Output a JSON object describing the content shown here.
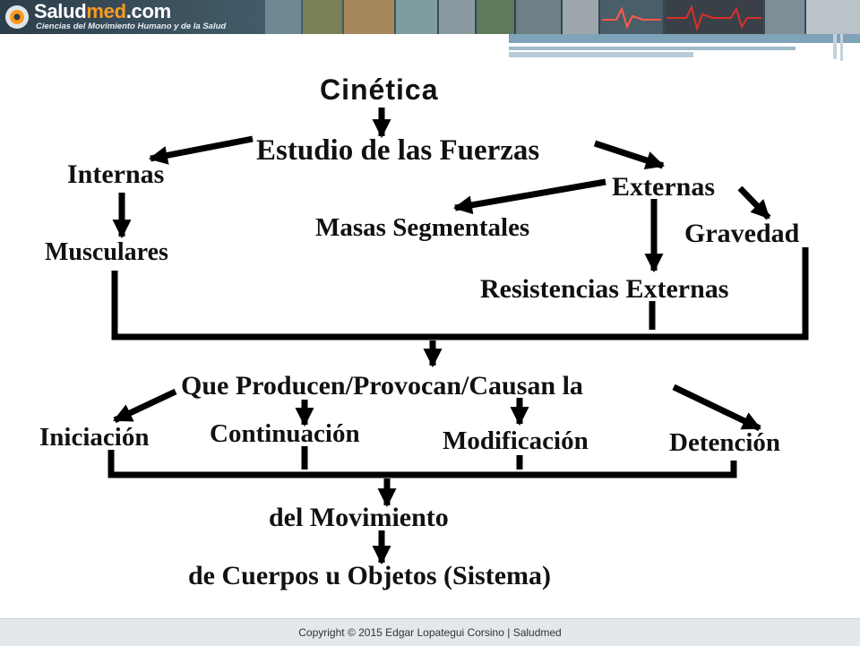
{
  "banner": {
    "site_name_main": "Salud",
    "site_name_accent": "med",
    "site_name_suffix": ".com",
    "tagline": "Ciencias del Movimiento Humano y de la Salud",
    "accent_color": "#ff9a1a"
  },
  "diagram": {
    "title": "Cinética",
    "nodes": {
      "study": "Estudio de las Fuerzas",
      "internal": "Internas",
      "muscular": "Musculares",
      "external": "Externas",
      "segmental_masses": "Masas Segmentales",
      "gravity": "Gravedad",
      "external_resistances": "Resistencias Externas",
      "produce": "Que Producen/Provocan/Causan la",
      "initiation": "Iniciación",
      "continuation": "Continuación",
      "modification": "Modificación",
      "stop": "Detención",
      "movement": "del Movimiento",
      "bodies": "de Cuerpos u Objetos (Sistema)"
    }
  },
  "footer": {
    "copyright": "Copyright © 2015 Edgar Lopategui Corsino | Saludmed"
  }
}
